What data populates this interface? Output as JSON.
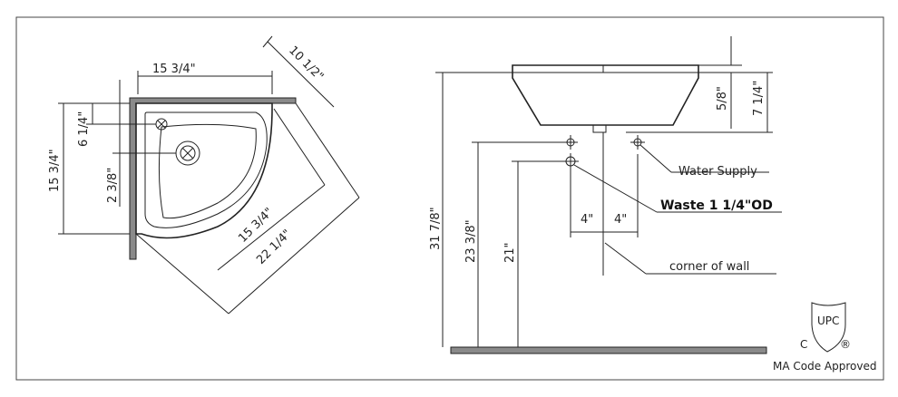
{
  "top_view": {
    "dims": {
      "width_top": "15 3/4\"",
      "depth_corner": "10 1/2\"",
      "side_depth": "15 3/4\"",
      "faucet_offset": "6 1/4\"",
      "drain_offset": "2 3/8\"",
      "front_to_corner": "15 3/4\"",
      "overall_diagonal": "22 1/4\""
    }
  },
  "side_view": {
    "dims": {
      "overall_height": "31 7/8\"",
      "supply_height": "23 3/8\"",
      "waste_height": "21\"",
      "rim_thickness": "5/8\"",
      "basin_height": "7 1/4\"",
      "spacing_left": "4\"",
      "spacing_right": "4\""
    },
    "callouts": {
      "water_supply": "Water Supply",
      "waste": "Waste 1 1/4\"OD",
      "corner": "corner of wall"
    }
  },
  "certification": {
    "mark": "UPC",
    "c_letter": "C",
    "registered": "®",
    "caption": "MA Code Approved"
  }
}
